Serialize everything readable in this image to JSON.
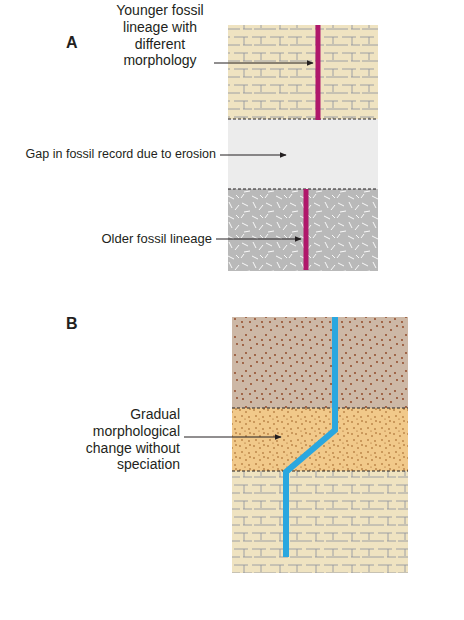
{
  "diagram": {
    "labels": [
      "A",
      "Younger fossil lineage with different morphology",
      "Gap in fossil record due to erosion",
      "Older fossil lineage",
      "B",
      "Gradual morphological change without speciation"
    ]
  }
}
